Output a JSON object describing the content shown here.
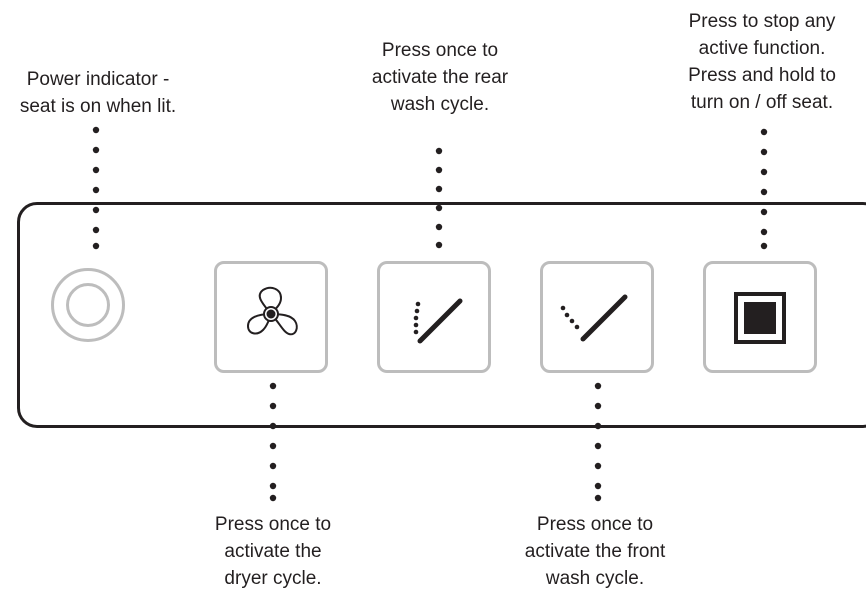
{
  "labels": {
    "power": [
      "Power indicator -",
      "seat is on when lit."
    ],
    "rear": [
      "Press once to",
      "activate the rear",
      "wash cycle."
    ],
    "stop": [
      "Press to stop any",
      "active function.",
      "Press and hold to",
      "turn on / off seat."
    ],
    "dryer": [
      "Press once to",
      "activate the",
      "dryer cycle."
    ],
    "front": [
      "Press once to",
      "activate the front",
      "wash cycle."
    ]
  },
  "icons": {
    "power": "power-indicator-icon",
    "dryer": "fan-icon",
    "rear": "rear-wash-wand-icon",
    "front": "front-wash-wand-icon",
    "stop": "stop-square-icon"
  },
  "colors": {
    "ink": "#231f20",
    "button_border": "#bdbdbd"
  }
}
